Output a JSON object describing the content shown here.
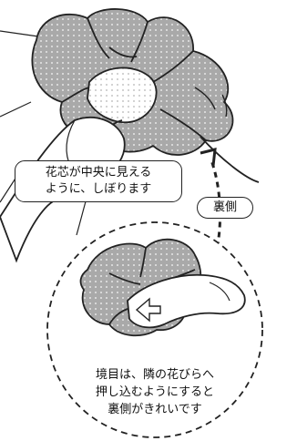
{
  "callout_top": {
    "line1": "花芯が中央に見える",
    "line2": "ように、しぼります"
  },
  "badge": {
    "label": "裏側"
  },
  "circle_note": {
    "line1": "境目は、隣の花びらへ",
    "line2": "押し込むようにすると",
    "line3": "裏側がきれいです"
  },
  "colors": {
    "fabric": "#a9a9a9",
    "dots": "#e8e8e8",
    "outline": "#222222",
    "paper": "#ffffff"
  }
}
